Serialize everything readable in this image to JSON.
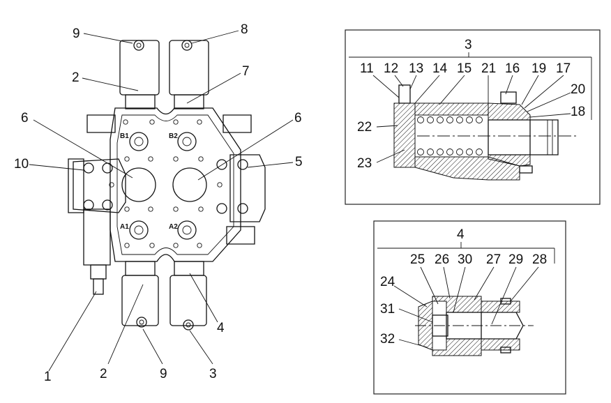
{
  "main_view": {
    "callouts": [
      "9",
      "8",
      "2",
      "7",
      "6",
      "6",
      "10",
      "5",
      "4",
      "1",
      "2",
      "9",
      "3"
    ],
    "ports": [
      "B1",
      "B2",
      "A1",
      "A2"
    ]
  },
  "detail_3": {
    "title": "3",
    "callouts": [
      "11",
      "12",
      "13",
      "14",
      "15",
      "21",
      "16",
      "19",
      "17",
      "20",
      "18",
      "22",
      "23"
    ]
  },
  "detail_4": {
    "title": "4",
    "callouts": [
      "25",
      "26",
      "30",
      "27",
      "29",
      "28",
      "24",
      "31",
      "32"
    ]
  }
}
